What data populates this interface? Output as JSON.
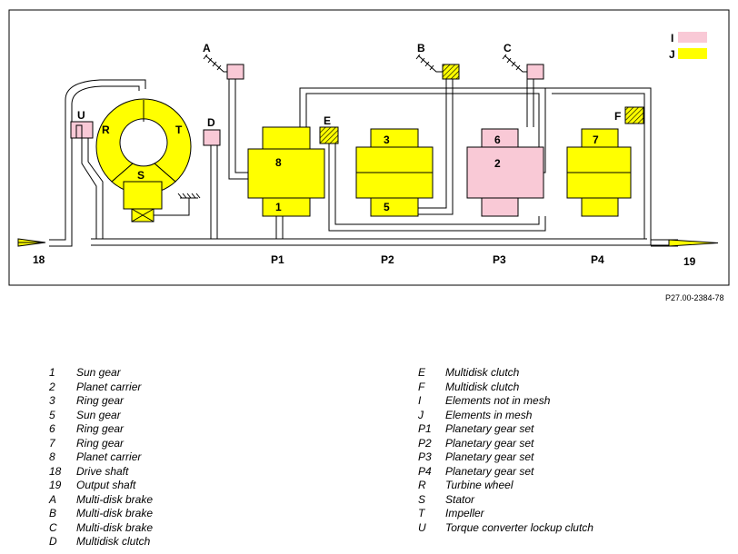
{
  "colors": {
    "yellow": "#ffff00",
    "pink": "#f9c9d6",
    "outline": "#000000"
  },
  "labels": {
    "A": "A",
    "B": "B",
    "C": "C",
    "D": "D",
    "E": "E",
    "F": "F",
    "U": "U",
    "R": "R",
    "T": "T",
    "S": "S",
    "n1": "1",
    "n2": "2",
    "n3": "3",
    "n5": "5",
    "n6": "6",
    "n7": "7",
    "n8": "8",
    "p1": "P1",
    "p2": "P2",
    "p3": "P3",
    "p4": "P4",
    "in_shaft": "18",
    "out_shaft": "19",
    "key_i": "I",
    "key_j": "J"
  },
  "figure_code": "P27.00-2384-78",
  "legend_left": [
    {
      "key": "1",
      "text": "Sun gear"
    },
    {
      "key": "2",
      "text": "Planet carrier"
    },
    {
      "key": "3",
      "text": "Ring gear"
    },
    {
      "key": "5",
      "text": "Sun gear"
    },
    {
      "key": "6",
      "text": "Ring gear"
    },
    {
      "key": "7",
      "text": "Ring gear"
    },
    {
      "key": "8",
      "text": "Planet carrier"
    },
    {
      "key": "18",
      "text": "Drive shaft"
    },
    {
      "key": "19",
      "text": "Output shaft"
    },
    {
      "key": "A",
      "text": "Multi-disk brake"
    },
    {
      "key": "B",
      "text": "Multi-disk brake"
    },
    {
      "key": "C",
      "text": "Multi-disk brake"
    },
    {
      "key": "D",
      "text": "Multidisk clutch"
    }
  ],
  "legend_right": [
    {
      "key": "E",
      "text": "Multidisk clutch"
    },
    {
      "key": "F",
      "text": "Multidisk clutch"
    },
    {
      "key": "I",
      "text": "Elements not in mesh"
    },
    {
      "key": "J",
      "text": "Elements in mesh"
    },
    {
      "key": "P1",
      "text": "Planetary gear set"
    },
    {
      "key": "P2",
      "text": "Planetary gear set"
    },
    {
      "key": "P3",
      "text": "Planetary gear set"
    },
    {
      "key": "P4",
      "text": "Planetary gear set"
    },
    {
      "key": "R",
      "text": "Turbine wheel"
    },
    {
      "key": "S",
      "text": "Stator"
    },
    {
      "key": "T",
      "text": "Impeller"
    },
    {
      "key": "U",
      "text": "Torque converter lockup clutch"
    }
  ]
}
